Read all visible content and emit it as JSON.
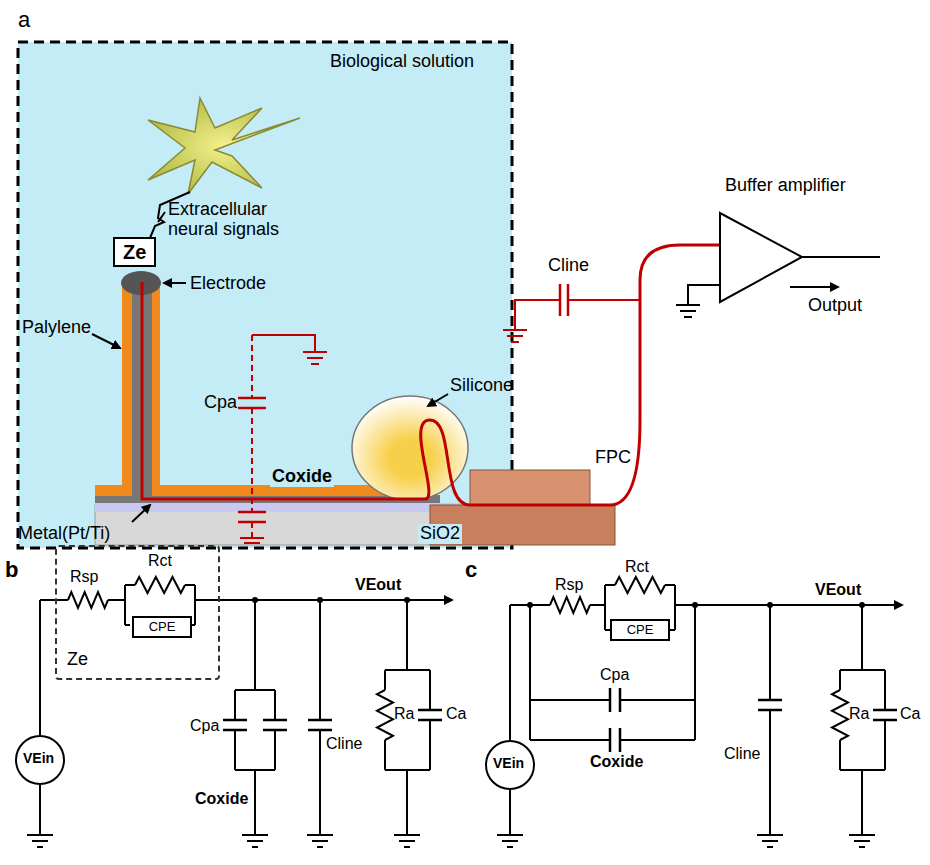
{
  "diagram": {
    "nodes": [
      {
        "text": [
          "Ze"
        ]
      },
      {
        "text": [
          "Ze"
        ]
      },
      {
        "text": [
          "CPE"
        ],
        "in": 1
      },
      {
        "text": [
          "CPE"
        ]
      }
    ],
    "labels": [
      "a",
      "Biological solution",
      "Extracellular neural signals",
      "Electrode",
      "Palylene",
      "Silicone",
      "Metal(Pt/Ti)",
      "SiO2",
      "FPC",
      "Cpa",
      "Coxide",
      "Cline",
      "Buffer amplifier",
      "Output",
      "b",
      "Rsp",
      "Rct",
      "VEout",
      "VEin",
      "Cpa",
      "Coxide",
      "Cline",
      "Ra",
      "Ca",
      "c",
      "Rct",
      "Rsp",
      "VEout",
      "VEin",
      "Cpa",
      "Coxide",
      "Cline",
      "Ra",
      "Ca"
    ]
  }
}
